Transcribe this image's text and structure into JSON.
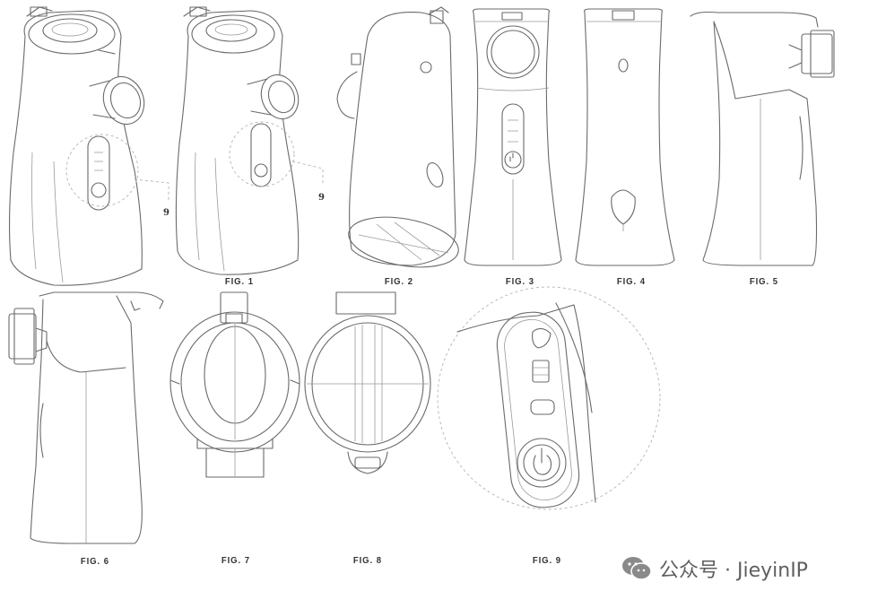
{
  "figures": [
    {
      "label": "FIG. 1"
    },
    {
      "label": "FIG. 2"
    },
    {
      "label": "FIG. 3"
    },
    {
      "label": "FIG. 4"
    },
    {
      "label": "FIG. 5"
    },
    {
      "label": "FIG. 6"
    },
    {
      "label": "FIG. 7"
    },
    {
      "label": "FIG. 8"
    },
    {
      "label": "FIG. 9"
    }
  ],
  "reference_numerals": [
    "9",
    "9"
  ],
  "watermark": {
    "text": "公众号 · JieyinIP",
    "icon": "wechat-icon"
  }
}
